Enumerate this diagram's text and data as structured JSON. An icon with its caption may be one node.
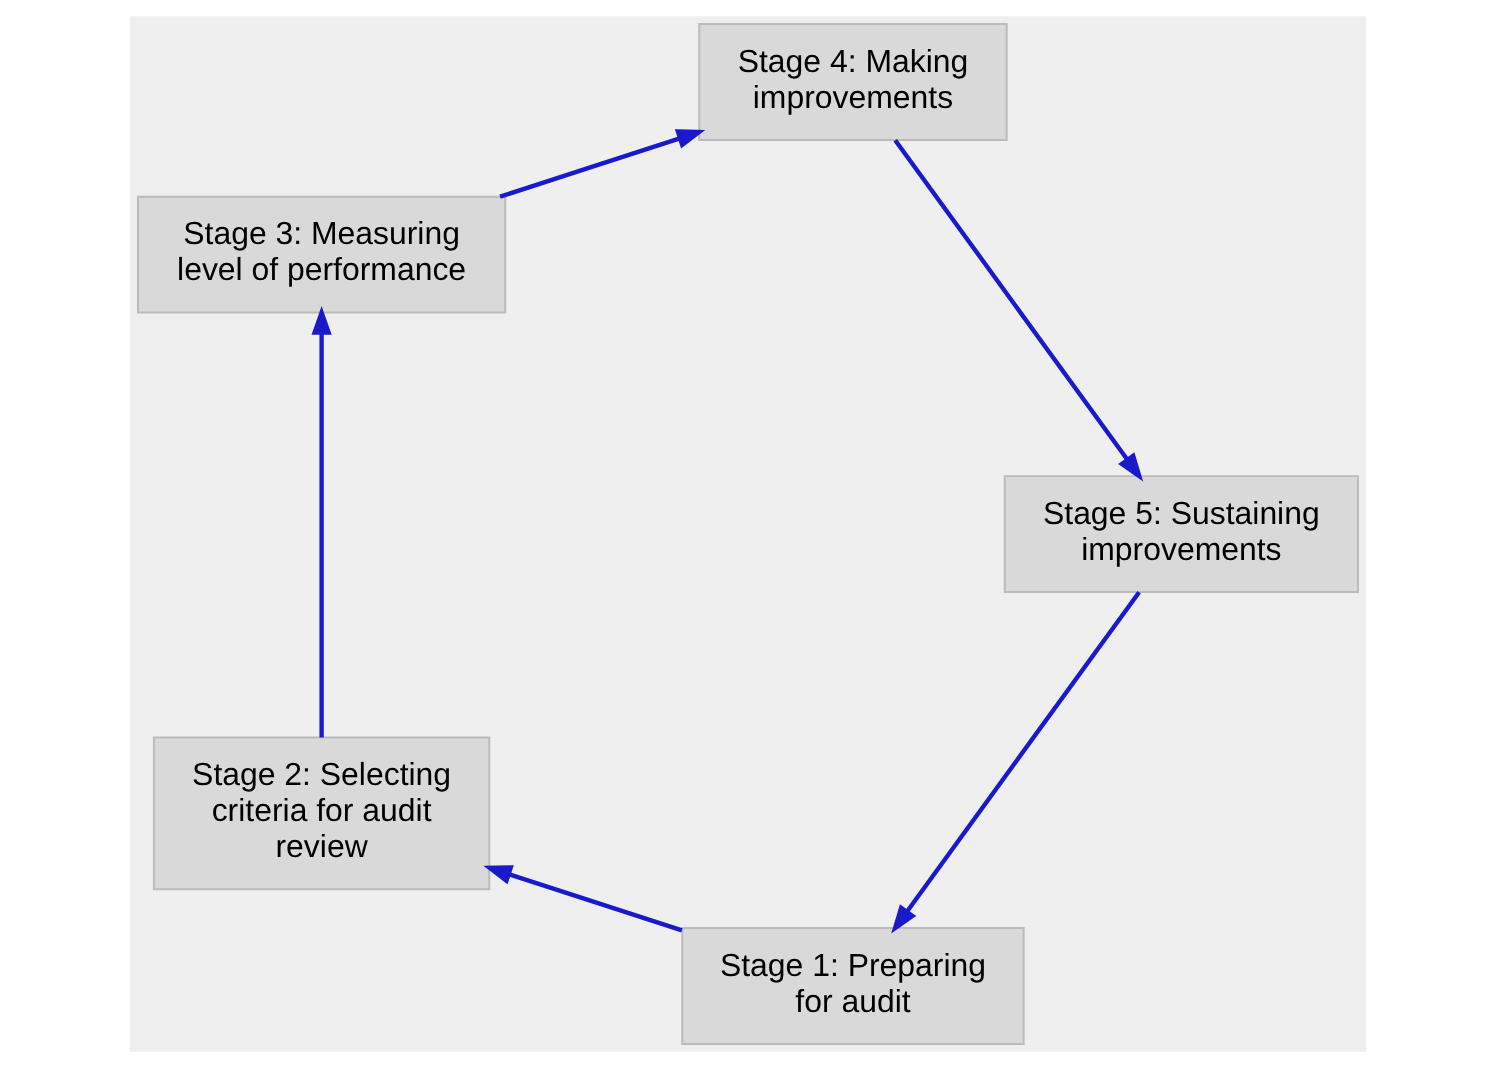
{
  "diagram": {
    "nodes": [
      {
        "text": [
          "Stage 1: Preparing for audit"
        ]
      },
      {
        "text": [
          "Stage 2: Selecting criteria for audit review"
        ]
      },
      {
        "text": [
          "Stage 3: Measuring level of performance"
        ]
      },
      {
        "text": [
          "Stage 4: Making improvements"
        ]
      },
      {
        "text": [
          "Stage 5: Sustaining improvements"
        ]
      }
    ],
    "edges": [
      {
        "from": 0,
        "to": 1,
        "arrow": "to"
      },
      {
        "from": 1,
        "to": 2,
        "arrow": "to"
      },
      {
        "from": 2,
        "to": 3,
        "arrow": "to"
      },
      {
        "from": 3,
        "to": 4,
        "arrow": "to"
      },
      {
        "from": 4,
        "to": 0,
        "arrow": "to"
      }
    ]
  }
}
